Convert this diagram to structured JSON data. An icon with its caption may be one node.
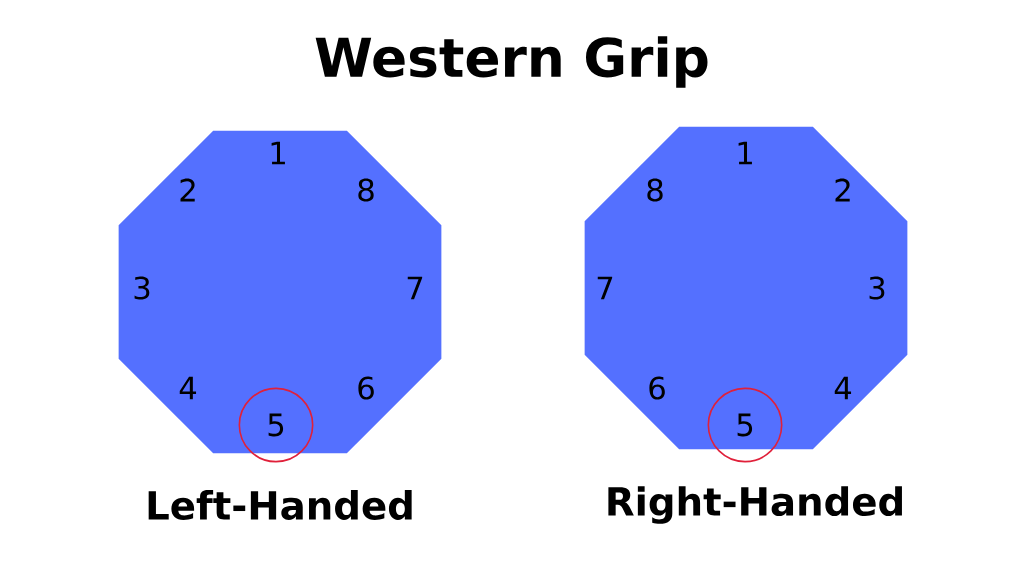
{
  "diagram": {
    "title": "Western Grip",
    "nodes": [
      {
        "text": [
          "1",
          "2",
          "8",
          "3",
          "7",
          "4",
          "6"
        ],
        "beside": [
          "Left-Handed"
        ]
      },
      {
        "text": [
          "5"
        ],
        "in": 0
      },
      {
        "text": [
          "1",
          "8",
          "2",
          "7",
          "3",
          "6",
          "4"
        ],
        "beside": [
          "Right-Handed"
        ]
      },
      {
        "text": [
          "5"
        ],
        "in": 2
      }
    ],
    "edges": []
  }
}
